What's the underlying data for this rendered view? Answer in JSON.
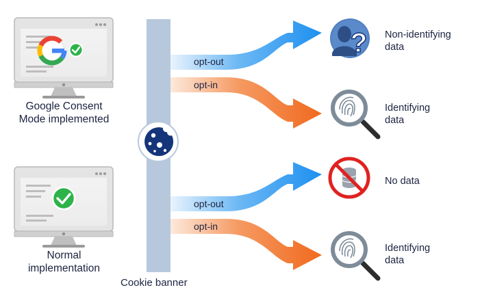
{
  "devices": [
    {
      "caption_line1": "Google Consent",
      "caption_line2": "Mode implemented",
      "logo": "google-g-logo",
      "badge": "green-check-icon"
    },
    {
      "caption_line1": "Normal",
      "caption_line2": "implementation",
      "badge": "green-check-icon"
    }
  ],
  "banner": {
    "label": "Cookie banner",
    "icon": "cookie-icon"
  },
  "flows": {
    "top_optout": "opt-out",
    "top_optin": "opt-in",
    "bottom_optout": "opt-out",
    "bottom_optin": "opt-in"
  },
  "outcomes": {
    "o1_line1": "Non-identifying",
    "o1_line2": "data",
    "o1_icon": "anonymous-user-icon",
    "o2_line1": "Identifying",
    "o2_line2": "data",
    "o2_icon": "fingerprint-magnifier-icon",
    "o3_line1": "No data",
    "o3_icon": "no-database-icon",
    "o4_line1": "Identifying",
    "o4_line2": "data",
    "o4_icon": "fingerprint-magnifier-icon"
  },
  "colors": {
    "optout": "#1e90f0",
    "optin": "#f06a1e",
    "banner": "#b7c8dc",
    "navy": "#14357a",
    "check": "#2db34a"
  }
}
